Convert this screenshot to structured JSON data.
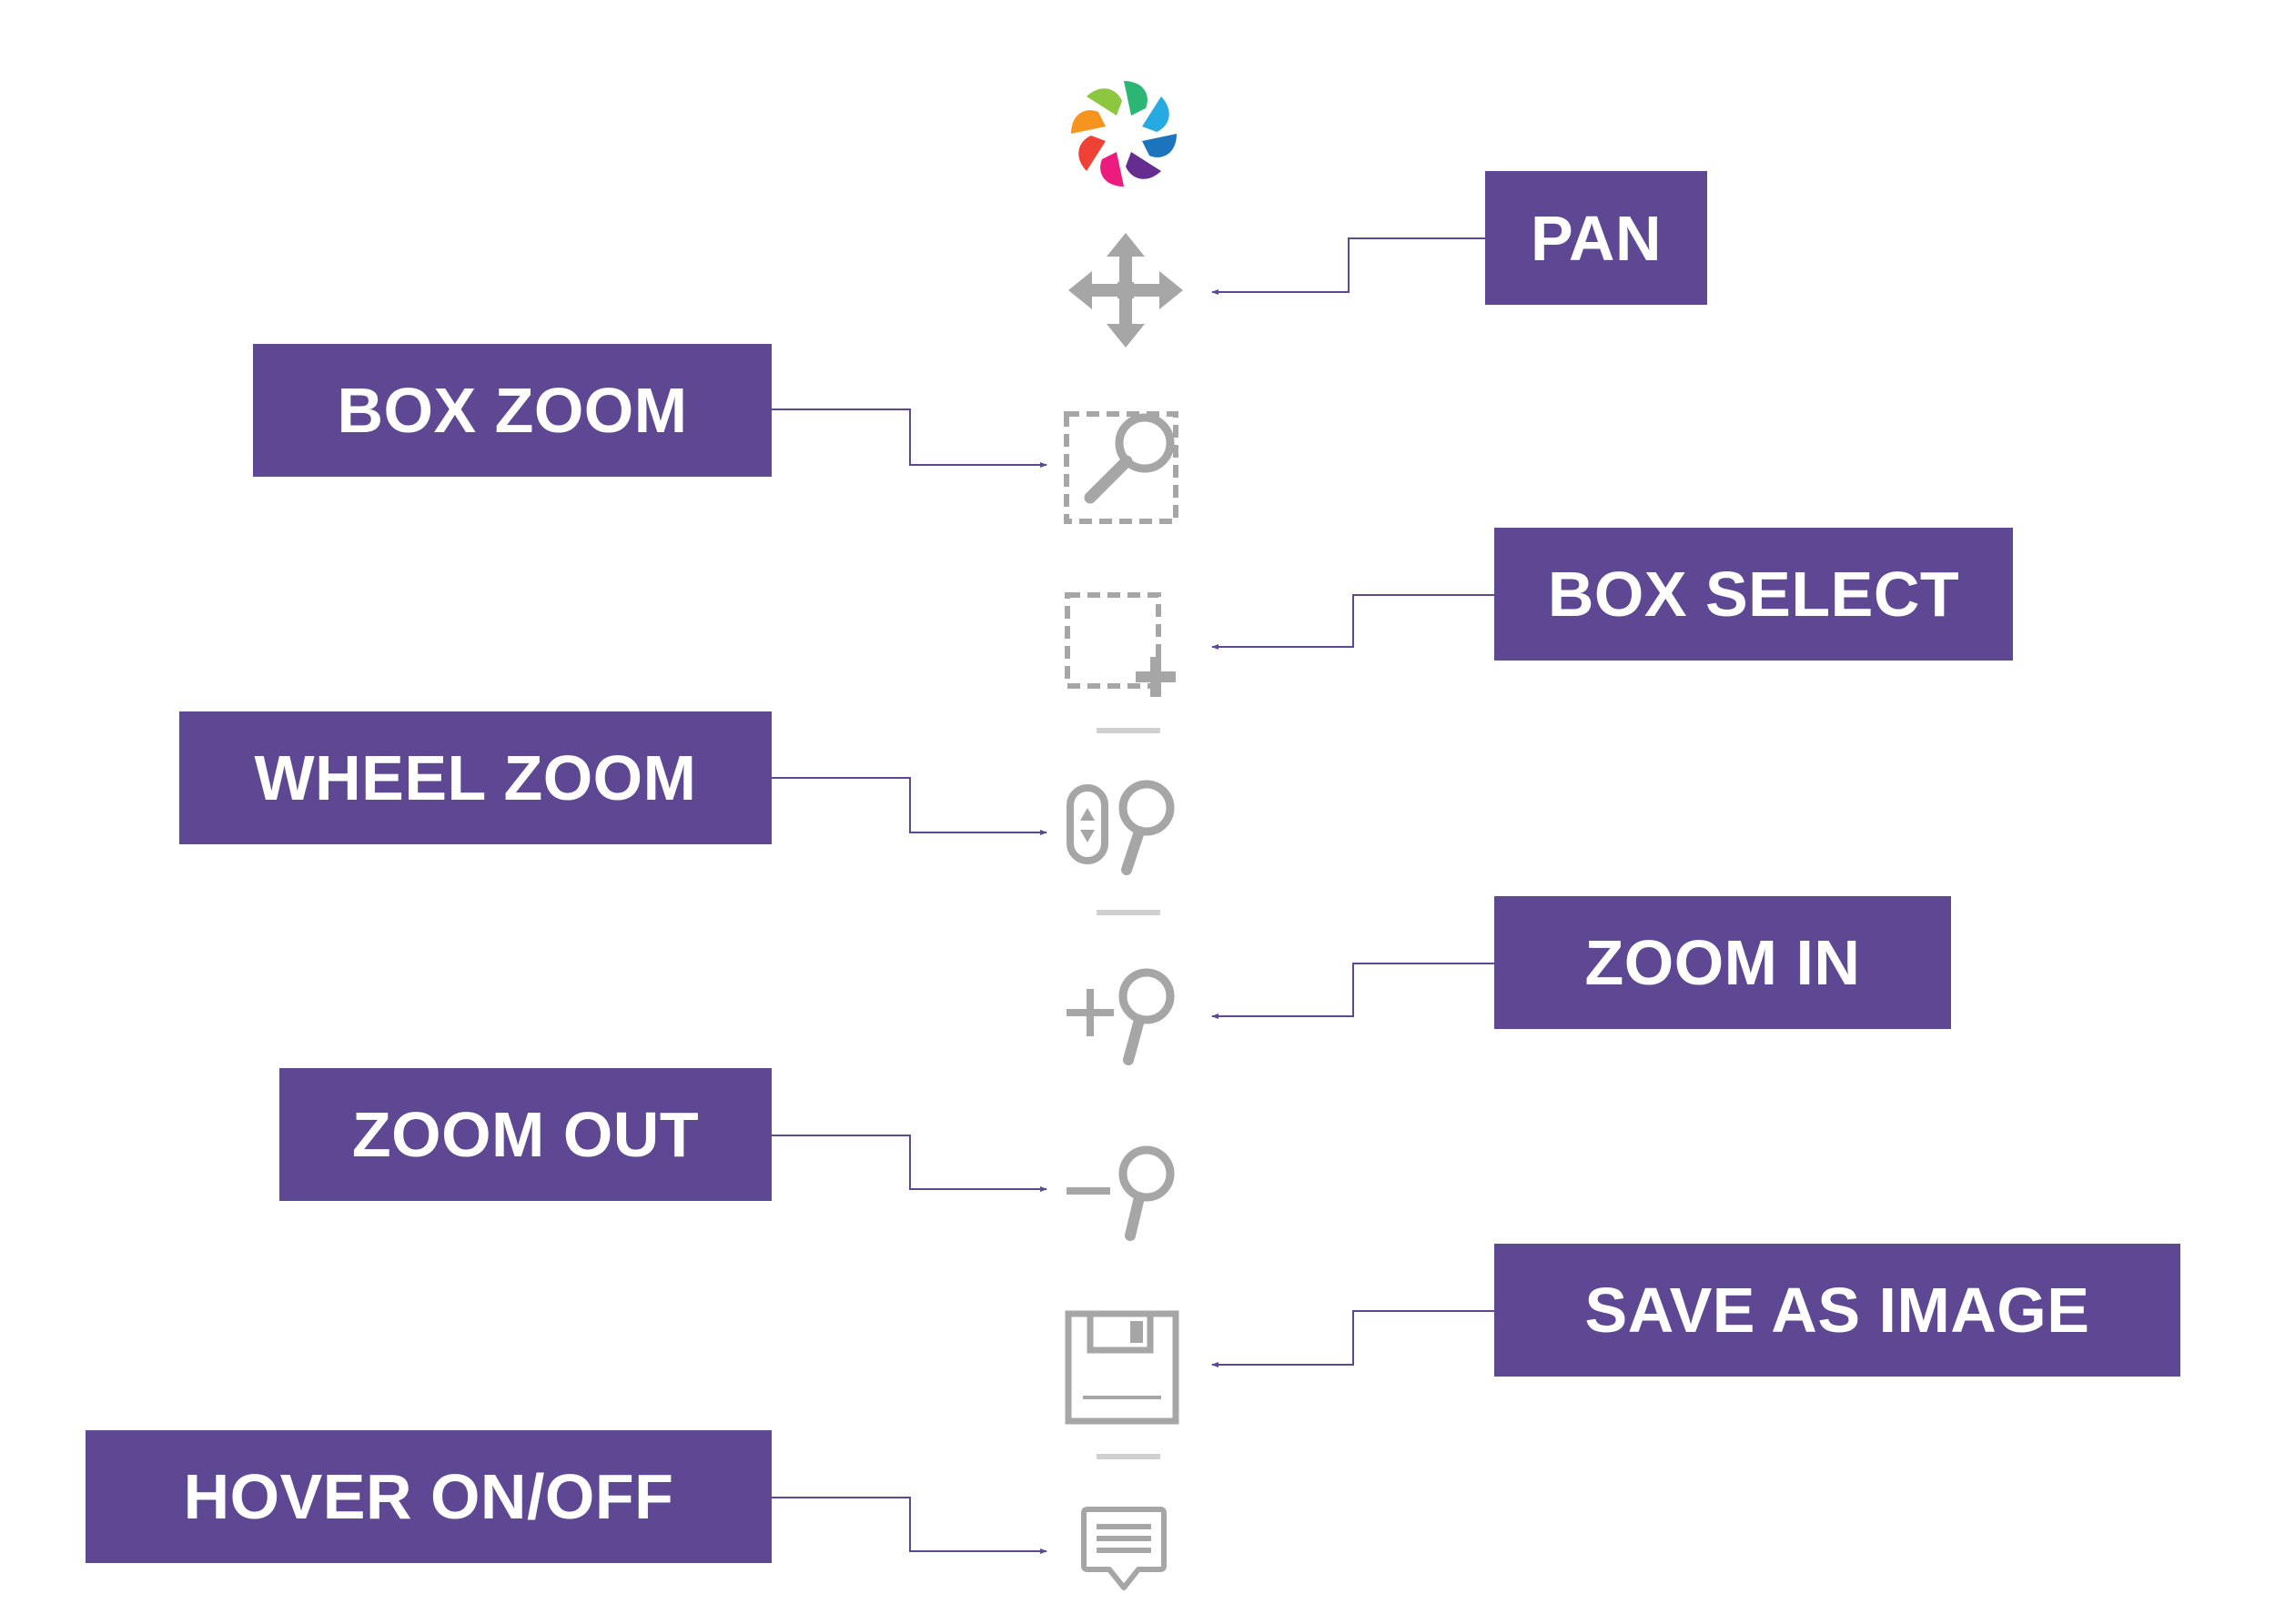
{
  "colors": {
    "label_background": "#5e4894",
    "label_text": "#ffffff",
    "connector": "#5e4894",
    "icon_gray": "#a6a6a6",
    "separator": "#d0d0d0"
  },
  "toolbar": {
    "logo": "bokeh-logo-icon",
    "tools": [
      {
        "id": "pan",
        "icon": "pan-icon"
      },
      {
        "id": "box_zoom",
        "icon": "box-zoom-icon"
      },
      {
        "id": "box_select",
        "icon": "box-select-icon"
      },
      {
        "id": "wheel_zoom",
        "icon": "wheel-zoom-icon"
      },
      {
        "id": "zoom_in",
        "icon": "zoom-in-icon"
      },
      {
        "id": "zoom_out",
        "icon": "zoom-out-icon"
      },
      {
        "id": "save",
        "icon": "save-icon"
      },
      {
        "id": "hover",
        "icon": "hover-icon"
      }
    ]
  },
  "labels": {
    "pan": "PAN",
    "box_zoom": "BOX ZOOM",
    "box_select": "BOX SELECT",
    "wheel_zoom": "WHEEL ZOOM",
    "zoom_in": "ZOOM IN",
    "zoom_out": "ZOOM OUT",
    "save": "SAVE AS IMAGE",
    "hover": "HOVER ON/OFF"
  }
}
